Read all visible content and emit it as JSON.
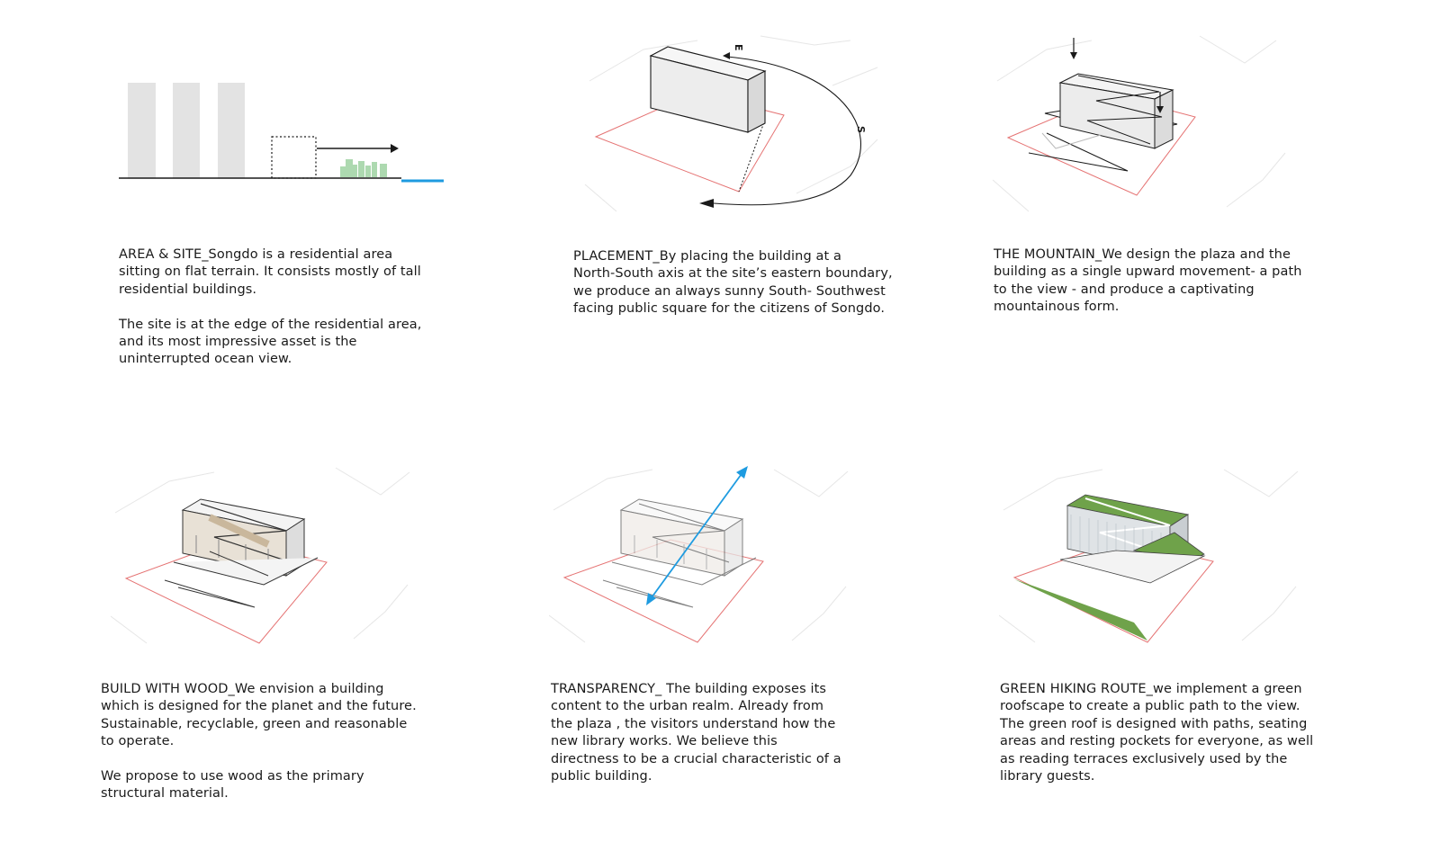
{
  "panels": [
    {
      "id": "area-site",
      "paragraphs": [
        "AREA & SITE_Songdo is a residential area\nsitting on flat terrain. It consists mostly of tall\nresidential buildings.",
        "The site is at the edge of the residential area,\nand its most impressive asset is the\nuninterrupted ocean view."
      ]
    },
    {
      "id": "placement",
      "compass": {
        "east": "E",
        "south": "S"
      },
      "paragraphs": [
        "PLACEMENT_By placing the building at a\nNorth-South axis at the site’s eastern boundary,\nwe produce an always sunny South- Southwest\nfacing public square for the citizens of Songdo."
      ]
    },
    {
      "id": "mountain",
      "paragraphs": [
        "THE MOUNTAIN_We design the plaza and the\nbuilding as a single upward movement- a path\nto the view - and produce a captivating\nmountainous form."
      ]
    },
    {
      "id": "wood",
      "paragraphs": [
        "BUILD WITH WOOD_We envision a building\nwhich is designed for the planet and the future.\nSustainable, recyclable, green and reasonable\nto operate.",
        "We propose to use wood as the primary\nstructural material."
      ]
    },
    {
      "id": "transparency",
      "paragraphs": [
        "TRANSPARENCY_ The building exposes its\ncontent to the urban realm. Already from\nthe plaza , the visitors understand how the\nnew library works. We believe this\ndirectness to be a crucial characteristic of a\npublic building."
      ]
    },
    {
      "id": "green",
      "paragraphs": [
        "GREEN HIKING ROUTE_we implement a green\nroofscape to create a public path to the view.\nThe green roof is designed with paths, seating\nareas and resting pockets for everyone, as well\nas reading terraces exclusively used by  the\nlibrary guests."
      ]
    }
  ],
  "colors": {
    "ink": "#1a1a1a",
    "tower_grey": "#e3e3e3",
    "site_red": "#e57373",
    "ocean_blue": "#1e9be0",
    "green_roof": "#6fa24a",
    "wood": "#c9b79c",
    "street_lines": "#e4e4e4"
  }
}
